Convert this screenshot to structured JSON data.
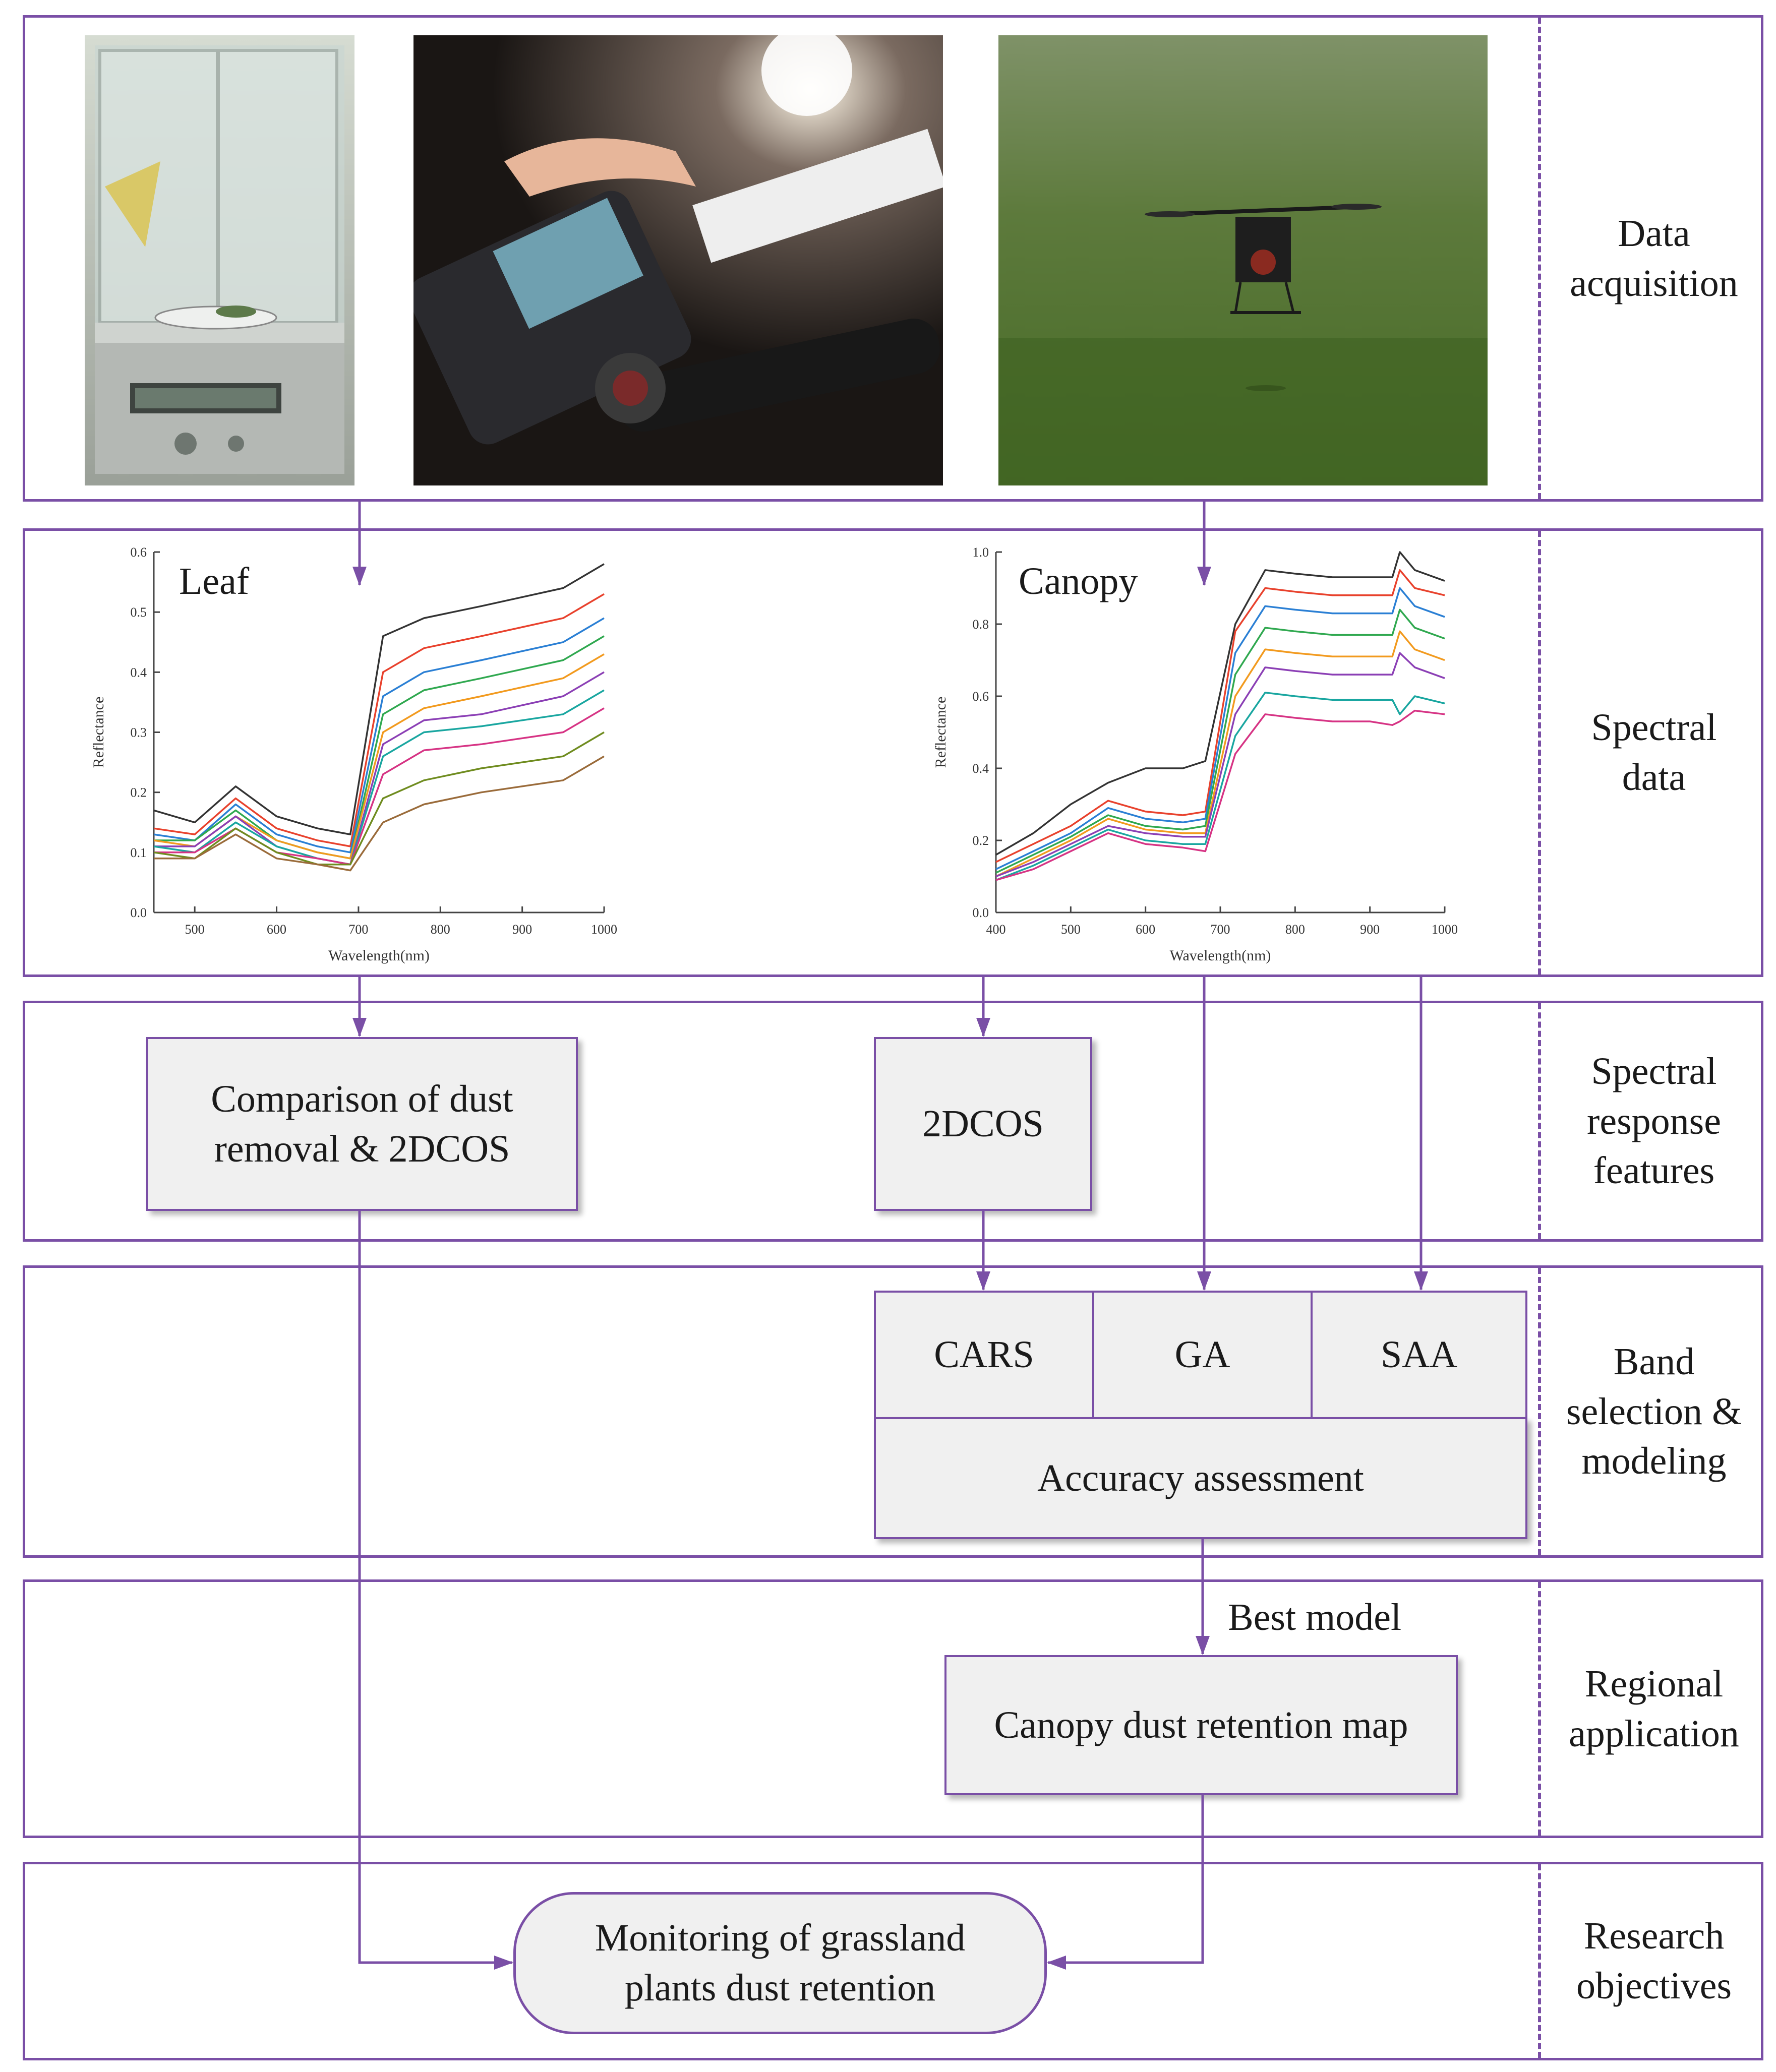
{
  "stages": [
    {
      "id": "data-acquisition",
      "lines": [
        "Data",
        "acquisition"
      ]
    },
    {
      "id": "spectral-data",
      "lines": [
        "Spectral",
        "data"
      ]
    },
    {
      "id": "spectral-response-features",
      "lines": [
        "Spectral",
        "response",
        "features"
      ]
    },
    {
      "id": "band-selection-modeling",
      "lines": [
        "Band",
        "selection &",
        "modeling"
      ]
    },
    {
      "id": "regional-application",
      "lines": [
        "Regional",
        "application"
      ]
    },
    {
      "id": "research-objectives",
      "lines": [
        "Research",
        "objectives"
      ]
    }
  ],
  "boxes": {
    "comparison": [
      "Comparison of dust",
      "removal & 2DCOS"
    ],
    "twodcos": "2DCOS",
    "cars": "CARS",
    "ga": "GA",
    "saa": "SAA",
    "accuracy": "Accuracy assessment",
    "canopy_map": "Canopy dust retention map",
    "monitoring": [
      "Monitoring of grassland",
      "plants dust retention"
    ]
  },
  "best_model_label": "Best model",
  "colors": {
    "frame": "#7a4fa6",
    "box_fill": "#f0f0f0"
  },
  "chart_data": [
    {
      "type": "line",
      "title": "Leaf",
      "xlabel": "Wavelength(nm)",
      "ylabel": "Reflectance",
      "xlim": [
        450,
        1000
      ],
      "ylim": [
        0.0,
        0.6
      ],
      "xticks": [
        "500",
        "600",
        "700",
        "800",
        "900",
        "1000"
      ],
      "yticks": [
        "0.0",
        "0.1",
        "0.2",
        "0.3",
        "0.4",
        "0.5",
        "0.6"
      ],
      "x": [
        450,
        500,
        550,
        600,
        650,
        690,
        730,
        780,
        850,
        950,
        1000
      ],
      "series": [
        {
          "values": [
            0.17,
            0.15,
            0.21,
            0.16,
            0.14,
            0.13,
            0.46,
            0.49,
            0.51,
            0.54,
            0.58
          ]
        },
        {
          "values": [
            0.14,
            0.13,
            0.19,
            0.14,
            0.12,
            0.11,
            0.4,
            0.44,
            0.46,
            0.49,
            0.53
          ]
        },
        {
          "values": [
            0.13,
            0.12,
            0.18,
            0.13,
            0.11,
            0.1,
            0.36,
            0.4,
            0.42,
            0.45,
            0.49
          ]
        },
        {
          "values": [
            0.12,
            0.12,
            0.17,
            0.12,
            0.1,
            0.09,
            0.33,
            0.37,
            0.39,
            0.42,
            0.46
          ]
        },
        {
          "values": [
            0.12,
            0.11,
            0.16,
            0.12,
            0.1,
            0.09,
            0.3,
            0.34,
            0.36,
            0.39,
            0.43
          ]
        },
        {
          "values": [
            0.11,
            0.11,
            0.16,
            0.11,
            0.09,
            0.08,
            0.28,
            0.32,
            0.33,
            0.36,
            0.4
          ]
        },
        {
          "values": [
            0.11,
            0.1,
            0.15,
            0.11,
            0.09,
            0.08,
            0.26,
            0.3,
            0.31,
            0.33,
            0.37
          ]
        },
        {
          "values": [
            0.1,
            0.1,
            0.14,
            0.1,
            0.09,
            0.08,
            0.23,
            0.27,
            0.28,
            0.3,
            0.34
          ]
        },
        {
          "values": [
            0.1,
            0.09,
            0.14,
            0.1,
            0.08,
            0.08,
            0.19,
            0.22,
            0.24,
            0.26,
            0.3
          ]
        },
        {
          "values": [
            0.09,
            0.09,
            0.13,
            0.09,
            0.08,
            0.07,
            0.15,
            0.18,
            0.2,
            0.22,
            0.26
          ]
        }
      ]
    },
    {
      "type": "line",
      "title": "Canopy",
      "xlabel": "Wavelength(nm)",
      "ylabel": "Reflectance",
      "xlim": [
        400,
        1000
      ],
      "ylim": [
        0.0,
        1.0
      ],
      "xticks": [
        "400",
        "500",
        "600",
        "700",
        "800",
        "900",
        "1000"
      ],
      "yticks": [
        "0.0",
        "0.2",
        "0.4",
        "0.6",
        "0.8",
        "1.0"
      ],
      "x": [
        400,
        450,
        500,
        550,
        600,
        650,
        680,
        720,
        760,
        800,
        850,
        900,
        930,
        940,
        960,
        1000
      ],
      "series": [
        {
          "values": [
            0.16,
            0.22,
            0.3,
            0.36,
            0.4,
            0.4,
            0.42,
            0.8,
            0.95,
            0.94,
            0.93,
            0.93,
            0.93,
            1.0,
            0.95,
            0.92
          ]
        },
        {
          "values": [
            0.14,
            0.19,
            0.24,
            0.31,
            0.28,
            0.27,
            0.28,
            0.78,
            0.9,
            0.89,
            0.88,
            0.88,
            0.88,
            0.95,
            0.9,
            0.88
          ]
        },
        {
          "values": [
            0.12,
            0.17,
            0.22,
            0.29,
            0.26,
            0.25,
            0.26,
            0.72,
            0.85,
            0.84,
            0.83,
            0.83,
            0.83,
            0.9,
            0.85,
            0.82
          ]
        },
        {
          "values": [
            0.11,
            0.16,
            0.21,
            0.27,
            0.24,
            0.23,
            0.24,
            0.66,
            0.79,
            0.78,
            0.77,
            0.77,
            0.77,
            0.84,
            0.79,
            0.76
          ]
        },
        {
          "values": [
            0.1,
            0.15,
            0.2,
            0.26,
            0.23,
            0.22,
            0.22,
            0.6,
            0.73,
            0.72,
            0.71,
            0.71,
            0.71,
            0.78,
            0.73,
            0.7
          ]
        },
        {
          "values": [
            0.1,
            0.14,
            0.19,
            0.24,
            0.22,
            0.21,
            0.21,
            0.55,
            0.68,
            0.67,
            0.66,
            0.66,
            0.66,
            0.72,
            0.68,
            0.65
          ]
        },
        {
          "values": [
            0.09,
            0.13,
            0.18,
            0.23,
            0.2,
            0.19,
            0.19,
            0.49,
            0.61,
            0.6,
            0.59,
            0.59,
            0.59,
            0.55,
            0.6,
            0.58
          ]
        },
        {
          "values": [
            0.09,
            0.12,
            0.17,
            0.22,
            0.19,
            0.18,
            0.17,
            0.44,
            0.55,
            0.54,
            0.53,
            0.53,
            0.52,
            0.53,
            0.56,
            0.55
          ]
        }
      ]
    }
  ]
}
